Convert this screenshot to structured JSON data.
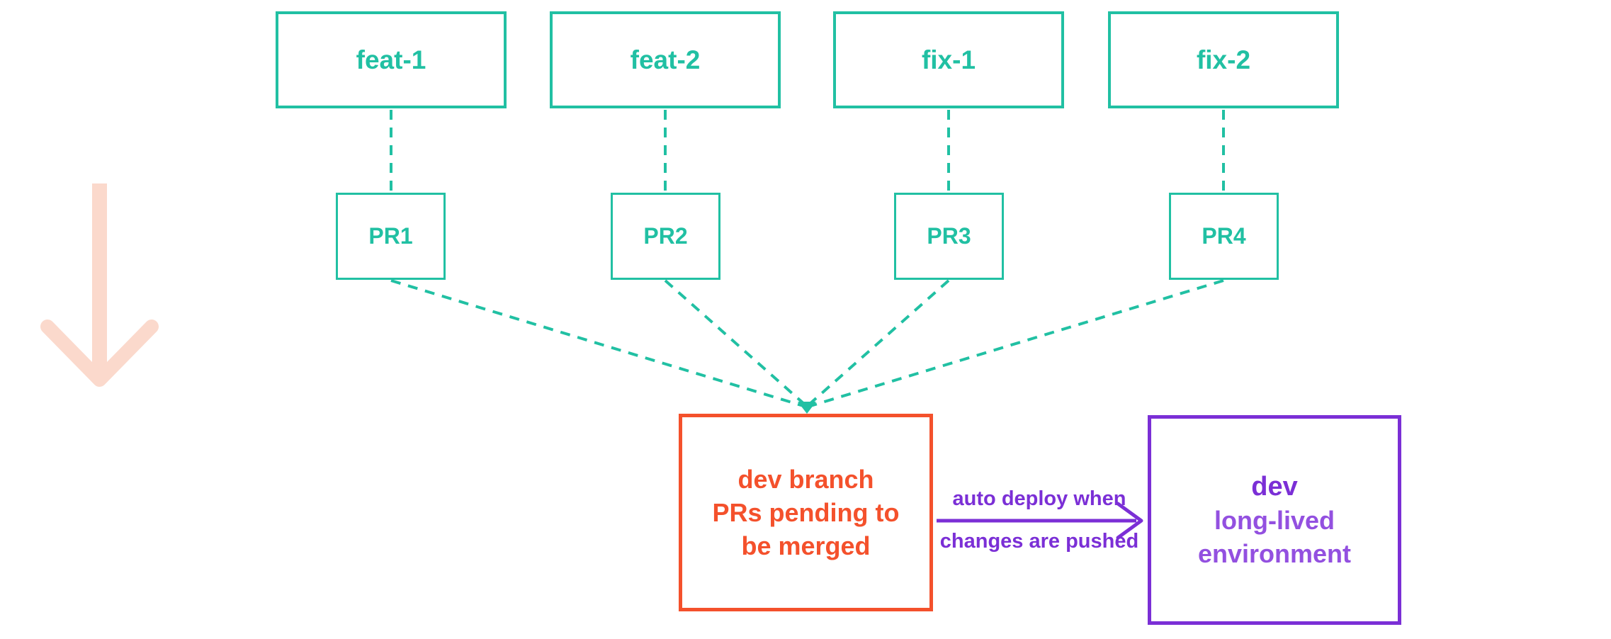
{
  "colors": {
    "teal": "#21c0a3",
    "orange": "#f4512c",
    "purple": "#7b2fd6",
    "purple-light": "#9350e0",
    "salmon": "#fbd9cc",
    "background": "#ffffff"
  },
  "diagram": {
    "branches": [
      {
        "label": "feat-1"
      },
      {
        "label": "feat-2"
      },
      {
        "label": "fix-1"
      },
      {
        "label": "fix-2"
      }
    ],
    "pull_requests": [
      {
        "label": "PR1"
      },
      {
        "label": "PR2"
      },
      {
        "label": "PR3"
      },
      {
        "label": "PR4"
      }
    ],
    "dev_branch": {
      "title_emphasis": "dev",
      "title_rest": "branch",
      "subtitle_line1": "PRs pending to",
      "subtitle_line2": "be merged"
    },
    "deploy_arrow": {
      "label_line1": "auto deploy when",
      "label_line2": "changes are pushed"
    },
    "dev_environment": {
      "title_emphasis": "dev",
      "subtitle_line1": "long-lived",
      "subtitle_line2": "environment"
    }
  }
}
